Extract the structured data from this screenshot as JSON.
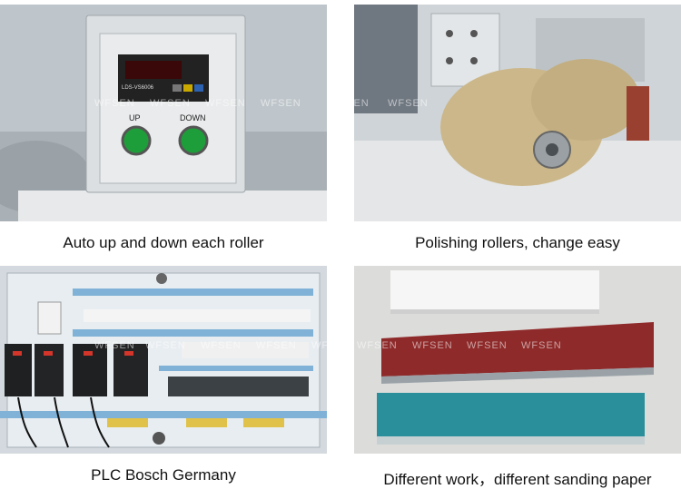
{
  "watermark": "WFSEN",
  "display_readout": "",
  "control_box": {
    "up_label": "UP",
    "down_label": "DOWN",
    "device_label": "LDS-VS6006"
  },
  "captions": {
    "p1": "Auto up and down each roller",
    "p2": "Polishing rollers, change easy",
    "p3": "PLC Bosch Germany",
    "p4": "Different work，different sanding paper"
  },
  "colors": {
    "button_green": "#1e9e3a",
    "display_red": "#e81c1c",
    "sandpaper_red": "#8e2a2a",
    "sandpaper_teal": "#2a8f9a",
    "cabinet_blue": "#7fb2d6"
  }
}
